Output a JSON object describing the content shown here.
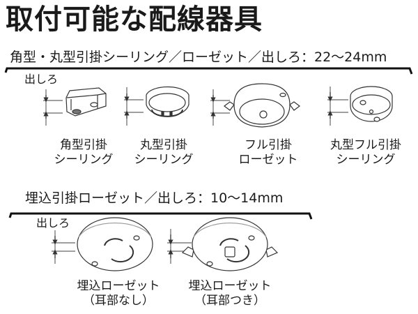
{
  "title": "取付可能な配線器具",
  "sections": [
    {
      "heading": "角型・丸型引掛シーリング／ローゼット／出しろ：22〜24mm",
      "dimension_label": "出しろ",
      "items": [
        {
          "line1": "角型引掛",
          "line2": "シーリング",
          "icon": "square-ceiling-hook-icon"
        },
        {
          "line1": "丸型引掛",
          "line2": "シーリング",
          "icon": "round-ceiling-hook-icon"
        },
        {
          "line1": "フル引掛",
          "line2": "ローゼット",
          "icon": "full-hook-rosette-icon"
        },
        {
          "line1": "丸型フル引掛",
          "line2": "シーリング",
          "icon": "round-full-hook-ceiling-icon"
        }
      ]
    },
    {
      "heading": "埋込引掛ローゼット／出しろ：10〜14mm",
      "dimension_label": "出しろ",
      "items": [
        {
          "line1": "埋込ローゼット",
          "line2": "（耳部なし）",
          "icon": "embedded-rosette-no-ears-icon"
        },
        {
          "line1": "埋込ローゼット",
          "line2": "（耳部つき）",
          "icon": "embedded-rosette-with-ears-icon"
        }
      ]
    }
  ],
  "colors": {
    "ink": "#1a1a1a",
    "line": "#333333",
    "fill": "#ffffff",
    "shade": "#555555"
  }
}
